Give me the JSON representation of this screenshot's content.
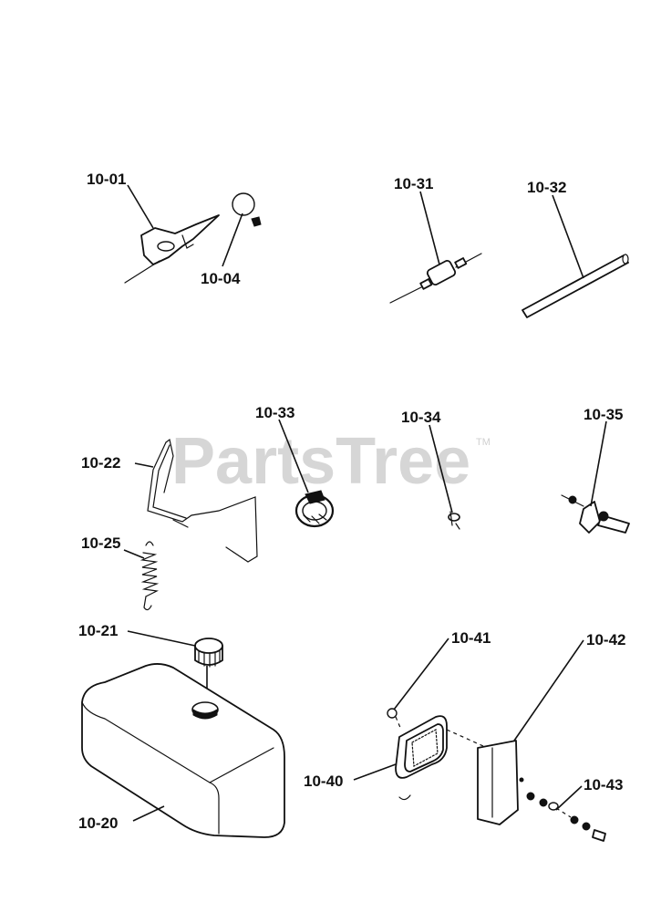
{
  "watermark": {
    "text": "PartsTree",
    "trademark": "TM"
  },
  "callouts": [
    {
      "id": "10-01",
      "label": "10-01"
    },
    {
      "id": "10-04",
      "label": "10-04"
    },
    {
      "id": "10-31",
      "label": "10-31"
    },
    {
      "id": "10-32",
      "label": "10-32"
    },
    {
      "id": "10-33",
      "label": "10-33"
    },
    {
      "id": "10-34",
      "label": "10-34"
    },
    {
      "id": "10-35",
      "label": "10-35"
    },
    {
      "id": "10-22",
      "label": "10-22"
    },
    {
      "id": "10-25",
      "label": "10-25"
    },
    {
      "id": "10-21",
      "label": "10-21"
    },
    {
      "id": "10-41",
      "label": "10-41"
    },
    {
      "id": "10-42",
      "label": "10-42"
    },
    {
      "id": "10-40",
      "label": "10-40"
    },
    {
      "id": "10-43",
      "label": "10-43"
    },
    {
      "id": "10-20",
      "label": "10-20"
    }
  ]
}
